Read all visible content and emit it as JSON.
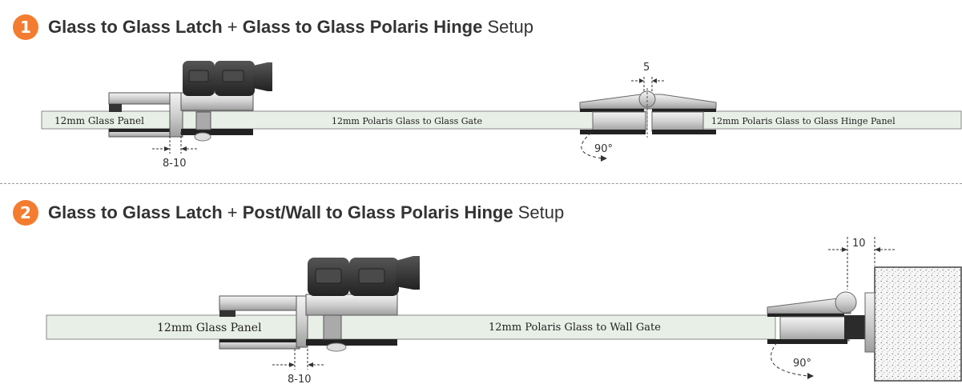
{
  "setup1": {
    "number": "1",
    "title_bold_1": "Glass to Glass Latch",
    "plus": "+",
    "title_bold_2": "Glass to Glass Polaris Hinge",
    "title_plain": "Setup",
    "panel_label": "12mm Glass Panel",
    "gate_label": "12mm Polaris Glass to Glass Gate",
    "hinge_panel_label": "12mm Polaris Glass to Glass Hinge Panel",
    "latch_gap": "8-10",
    "hinge_gap": "5",
    "swing_angle": "90°"
  },
  "setup2": {
    "number": "2",
    "title_bold_1": "Glass to Glass Latch",
    "plus": "+",
    "title_bold_2": "Post/Wall to Glass Polaris Hinge",
    "title_plain": "Setup",
    "panel_label": "12mm Glass Panel",
    "gate_label": "12mm Polaris Glass to Wall Gate",
    "latch_gap": "8-10",
    "wall_gap": "10",
    "swing_angle": "90°"
  },
  "colors": {
    "accent": "#f47c30",
    "glass": "#e8efe6",
    "latch_body": "#3a3a3a",
    "metal": "#c8c8c8"
  }
}
